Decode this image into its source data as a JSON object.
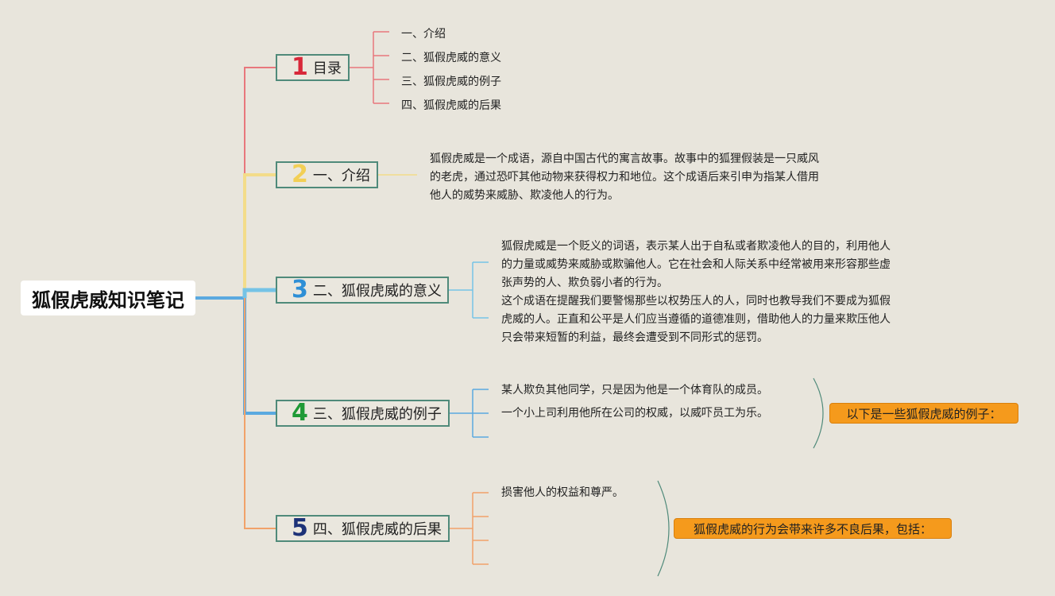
{
  "root": {
    "title": "狐假虎威知识笔记"
  },
  "branches": [
    {
      "num": "1",
      "label": "目录",
      "num_color": "#d8283a"
    },
    {
      "num": "2",
      "label": "一、介绍",
      "num_color": "#f2cf55"
    },
    {
      "num": "3",
      "label": "二、狐假虎威的意义",
      "num_color": "#2e8fd6"
    },
    {
      "num": "4",
      "label": "三、狐假虎威的例子",
      "num_color": "#1f9a36"
    },
    {
      "num": "5",
      "label": "四、狐假虎威的后果",
      "num_color": "#1d3278"
    }
  ],
  "toc": [
    "一、介绍",
    "二、狐假虎威的意义",
    "三、狐假虎威的例子",
    "四、狐假虎威的后果"
  ],
  "intro": {
    "lines": [
      "狐假虎威是一个成语，源自中国古代的寓言故事。故事中的狐狸假装是一只威风",
      "的老虎，通过恐吓其他动物来获得权力和地位。这个成语后来引申为指某人借用",
      "他人的威势来威胁、欺凌他人的行为。"
    ]
  },
  "meaning": {
    "para1": [
      "狐假虎威是一个贬义的词语，表示某人出于自私或者欺凌他人的目的，利用他人",
      "的力量或威势来威胁或欺骗他人。它在社会和人际关系中经常被用来形容那些虚",
      "张声势的人、欺负弱小者的行为。"
    ],
    "para2": [
      "这个成语在提醒我们要警惕那些以权势压人的人，同时也教导我们不要成为狐假",
      "虎威的人。正直和公平是人们应当遵循的道德准则，借助他人的力量来欺压他人",
      "只会带来短暂的利益，最终会遭受到不同形式的惩罚。"
    ]
  },
  "examples": {
    "items": [
      "某人欺负其他同学，只是因为他是一个体育队的成员。",
      "一个小上司利用他所在公司的权威，以威吓员工为乐。"
    ],
    "callout": "以下是一些狐假虎威的例子："
  },
  "consequences": {
    "items": [
      "损害他人的权益和尊严。"
    ],
    "callout": "狐假虎威的行为会带来许多不良后果，包括："
  },
  "colors": {
    "b1": "#e8777c",
    "b2": "#f3dc8a",
    "b3": "#75c3e6",
    "b4": "#5aa9e0",
    "b5": "#f1a269",
    "root_link": "#5aa9e0",
    "bracket": "#4f8a7a",
    "node_border": "#4f8a7a",
    "callout": "#f59a1c"
  }
}
